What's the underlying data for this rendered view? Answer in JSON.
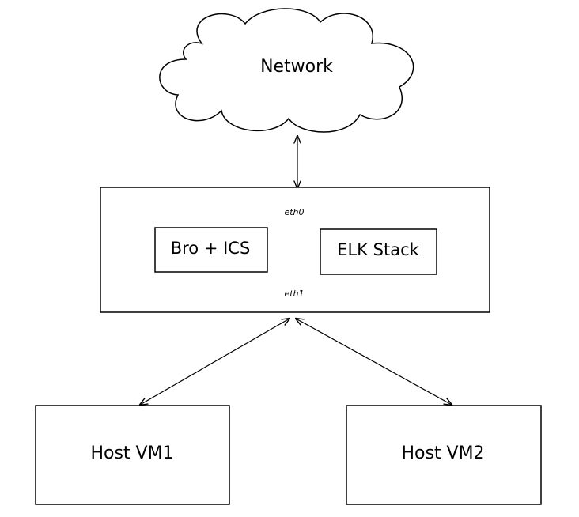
{
  "diagram": {
    "cloud": {
      "label": "Network"
    },
    "server": {
      "iface_top": "eth0",
      "iface_bottom": "eth1",
      "components": [
        {
          "label": "Bro + ICS"
        },
        {
          "label": "ELK Stack"
        }
      ]
    },
    "hosts": [
      {
        "label": "Host VM1"
      },
      {
        "label": "Host VM2"
      }
    ]
  }
}
